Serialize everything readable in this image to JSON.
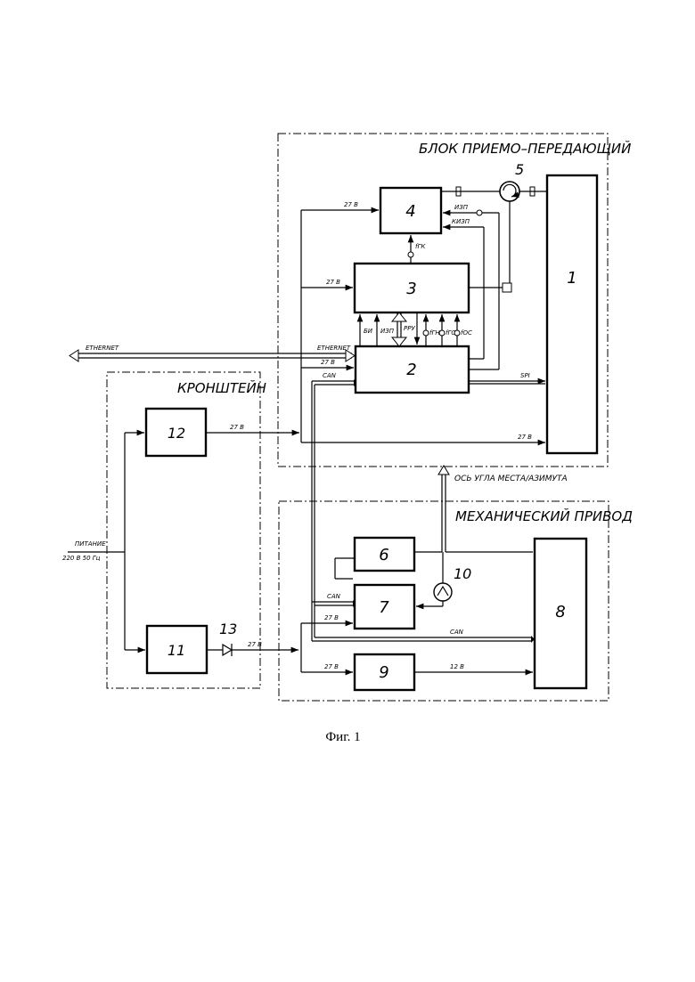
{
  "groups": {
    "transceiver": "БЛОК ПРИЕМО–ПЕРЕДАЮЩИЙ",
    "bracket": "КРОНШТЕЙН",
    "drive": "МЕХАНИЧЕСКИЙ ПРИВОД"
  },
  "blocks": {
    "b1": "1",
    "b2": "2",
    "b3": "3",
    "b4": "4",
    "b5": "5",
    "b6": "6",
    "b7": "7",
    "b8": "8",
    "b9": "9",
    "b10": "10",
    "b11": "11",
    "b12": "12",
    "b13": "13"
  },
  "signals": {
    "v27": "27 В",
    "v12": "12 В",
    "ethernet": "ETHERNET",
    "can": "CAN",
    "spi": "SPI",
    "izp": "ИЗП",
    "kizp": "КИЗП",
    "bi": "БИ",
    "izp3": "ИЗП",
    "rru": "РРУ",
    "fgh": "fГН",
    "fgs": "fГС",
    "fos": "fОС",
    "fgk": "fГК",
    "power": "ПИТАНИЕ",
    "power_spec": "220 В 50 Гц",
    "axis": "ОСЬ УГЛА МЕСТА/АЗИМУТА"
  },
  "caption": "Фиг. 1"
}
